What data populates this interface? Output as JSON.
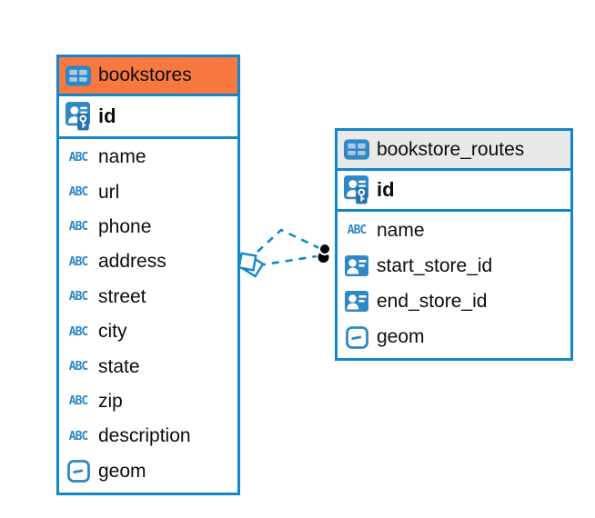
{
  "diagram": {
    "tables": [
      {
        "name": "bookstores",
        "header_color": "#f8793f",
        "primary_key": {
          "name": "id",
          "icon": "primary-key-icon"
        },
        "fields": [
          {
            "name": "name",
            "icon": "text-abc-icon"
          },
          {
            "name": "url",
            "icon": "text-abc-icon"
          },
          {
            "name": "phone",
            "icon": "text-abc-icon"
          },
          {
            "name": "address",
            "icon": "text-abc-icon"
          },
          {
            "name": "street",
            "icon": "text-abc-icon"
          },
          {
            "name": "city",
            "icon": "text-abc-icon"
          },
          {
            "name": "state",
            "icon": "text-abc-icon"
          },
          {
            "name": "zip",
            "icon": "text-abc-icon"
          },
          {
            "name": "description",
            "icon": "text-abc-icon"
          },
          {
            "name": "geom",
            "icon": "geometry-icon"
          }
        ]
      },
      {
        "name": "bookstore_routes",
        "header_color": "#e9e9e9",
        "primary_key": {
          "name": "id",
          "icon": "primary-key-icon"
        },
        "fields": [
          {
            "name": "name",
            "icon": "text-abc-icon"
          },
          {
            "name": "start_store_id",
            "icon": "foreign-key-icon"
          },
          {
            "name": "end_store_id",
            "icon": "foreign-key-icon"
          },
          {
            "name": "geom",
            "icon": "geometry-icon"
          }
        ]
      }
    ],
    "relationship": {
      "style": "dashed",
      "from_table": "bookstores",
      "to_table": "bookstore_routes",
      "line_count": 2
    },
    "icons": {
      "abc_glyph": "ABC"
    },
    "colors": {
      "accent_blue": "#1287cb",
      "icon_blue": "#2f87c5",
      "header_orange": "#f8793f",
      "header_gray": "#e9e9e9",
      "text": "#0c0c0c"
    }
  }
}
